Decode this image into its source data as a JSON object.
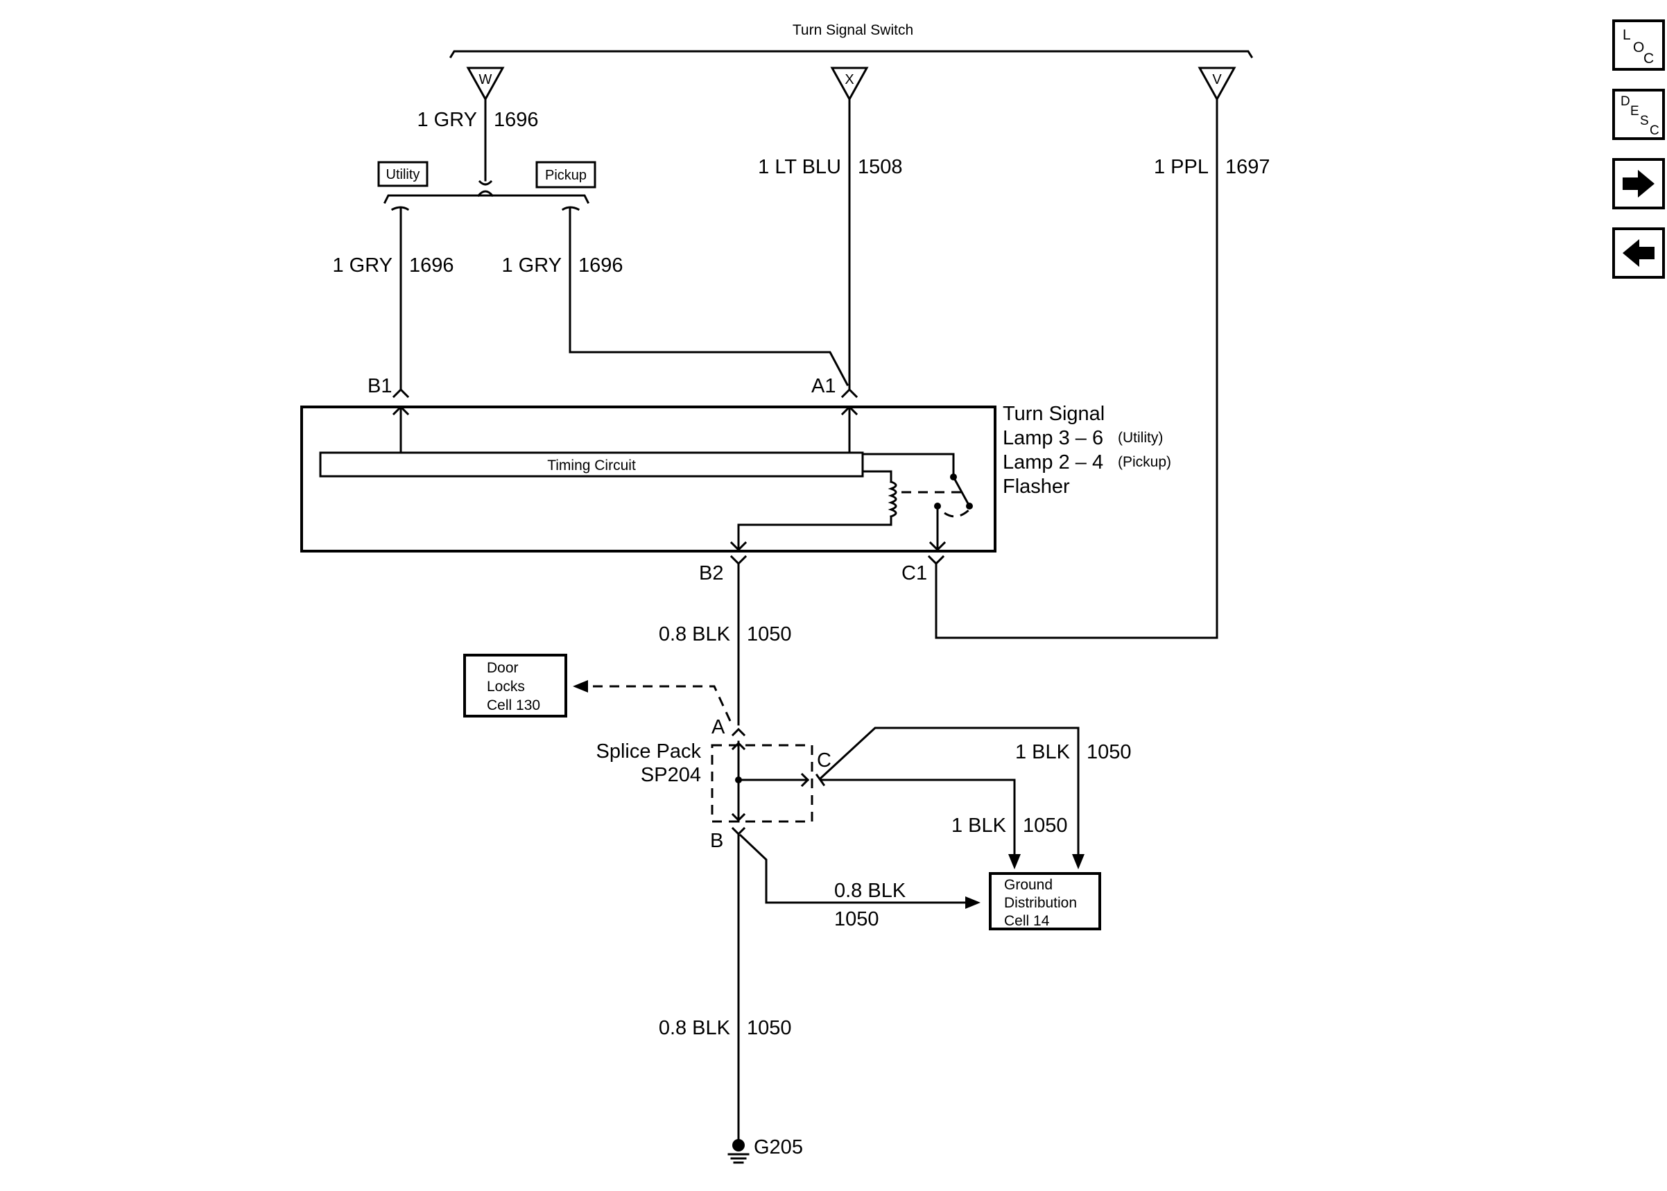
{
  "switch": {
    "title": "Turn Signal Switch",
    "pins": {
      "w": "W",
      "x": "X",
      "v": "V"
    }
  },
  "wires": {
    "w_top": {
      "size_color": "1 GRY",
      "circuit": "1696"
    },
    "x_top": {
      "size_color": "1 LT BLU",
      "circuit": "1508"
    },
    "v_top": {
      "size_color": "1 PPL",
      "circuit": "1697"
    },
    "utility_branch": {
      "size_color": "1 GRY",
      "circuit": "1696"
    },
    "pickup_branch": {
      "size_color": "1 GRY",
      "circuit": "1696"
    },
    "b2_wire": {
      "size_color": "0.8 BLK",
      "circuit": "1050"
    },
    "c_upper": {
      "size_color": "1 BLK",
      "circuit": "1050"
    },
    "c_lower": {
      "size_color": "1 BLK",
      "circuit": "1050"
    },
    "b_branch": {
      "size_color": "0.8 BLK",
      "circuit": "1050"
    },
    "ground_wire": {
      "size_color": "0.8 BLK",
      "circuit": "1050"
    }
  },
  "options": {
    "utility": "Utility",
    "pickup": "Pickup"
  },
  "flasher": {
    "line1": "Turn Signal",
    "line2": "Lamp 3 – 6",
    "line2_note": "(Utility)",
    "line3": "Lamp 2 – 4",
    "line3_note": "(Pickup)",
    "line4": "Flasher",
    "timing": "Timing Circuit",
    "pins": {
      "b1": "B1",
      "a1": "A1",
      "b2": "B2",
      "c1": "C1"
    }
  },
  "door_locks": {
    "line1": "Door",
    "line2": "Locks",
    "line3": "Cell 130"
  },
  "splice": {
    "line1": "Splice Pack",
    "line2": "SP204",
    "pins": {
      "a": "A",
      "b": "B",
      "c": "C"
    }
  },
  "ground_dist": {
    "line1": "Ground",
    "line2": "Distribution",
    "line3": "Cell 14"
  },
  "ground": {
    "label": "G205"
  },
  "nav": {
    "loc": {
      "l": "L",
      "o": "O",
      "c": "C"
    },
    "desc": {
      "d": "D",
      "e": "E",
      "s": "S",
      "c": "C"
    },
    "icons": [
      "right-arrow-icon",
      "left-arrow-icon"
    ]
  }
}
